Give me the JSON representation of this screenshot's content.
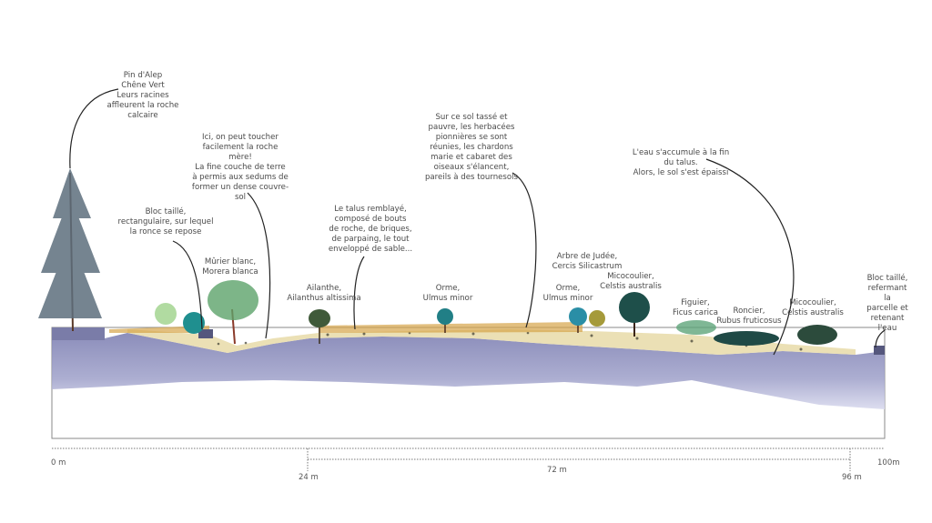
{
  "annotations": [
    {
      "id": "pin-alep",
      "text": "Pin d'Alep\nChêne Vert\nLeurs racines\naffleurent la roche\ncalcaire"
    },
    {
      "id": "roche-mere",
      "text": "Ici, on peut toucher\nfacilement la roche\nmère!\nLa fine couche de terre\nà permis aux sedums de\nformer un dense couvre-\nsol"
    },
    {
      "id": "bloc-taille-ronce",
      "text": "Bloc taillé,\nrectangulaire, sur lequel\nla ronce se repose"
    },
    {
      "id": "murier",
      "text": "Mûrier blanc,\nMorera blanca"
    },
    {
      "id": "ailanthe",
      "text": "Ailanthe,\nAilanthus altissima"
    },
    {
      "id": "talus-remblaye",
      "text": "Le talus remblayé,\ncomposé de bouts\nde roche, de briques,\nde parpaing, le tout\nenveloppé de sable..."
    },
    {
      "id": "orme-1",
      "text": "Orme,\nUlmus minor"
    },
    {
      "id": "sol-tasse",
      "text": "Sur ce sol tassé et\npauvre, les herbacées\npionnières se sont\nréunies, les chardons\nmarie et cabaret des\noiseaux s'élancent,\npareils à des tournesols"
    },
    {
      "id": "arbre-judee",
      "text": "Arbre de Judée,\nCercis Silicastrum"
    },
    {
      "id": "orme-2",
      "text": "Orme,\nUlmus minor"
    },
    {
      "id": "micocoulier-1",
      "text": "Micocoulier,\nCelstis australis"
    },
    {
      "id": "eau-accumule",
      "text": "L'eau s'accumule à la fin\ndu talus.\nAlors, le sol s'est épaissi"
    },
    {
      "id": "figuier",
      "text": "Figuier,\nFicus carica"
    },
    {
      "id": "roncier",
      "text": "Roncier,\nRubus fruticosus"
    },
    {
      "id": "micocoulier-2",
      "text": "Micocoulier,\nCelstis australis"
    },
    {
      "id": "bloc-taille-eau",
      "text": "Bloc taillé,\nrefermant la\nparcelle et\nretenant l'eau"
    }
  ],
  "scale": {
    "start": "0 m",
    "mark_1": "24 m",
    "span": "72 m",
    "mark_2": "96 m",
    "end": "100m"
  },
  "colors": {
    "rock": "#8d8fbd",
    "soil": "#e9d9a6",
    "foliage": "#2f8f8a",
    "grass": "#d9a94a"
  }
}
